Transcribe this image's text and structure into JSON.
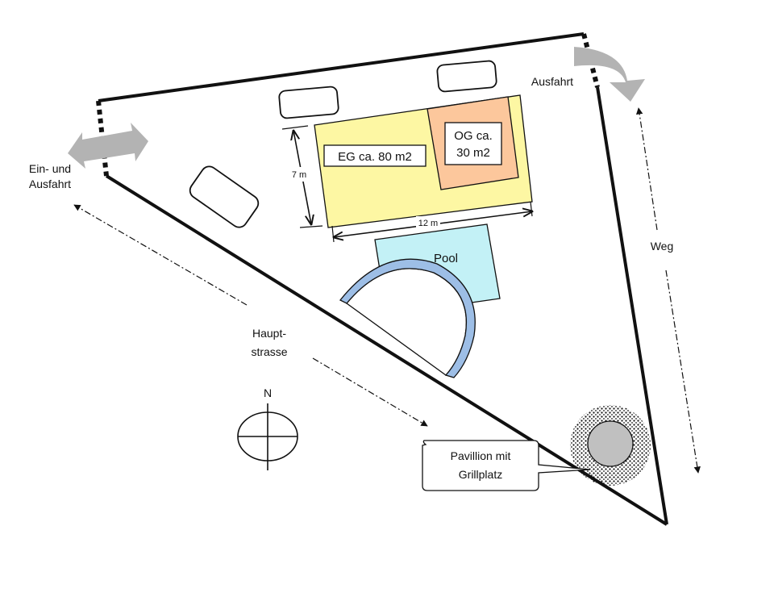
{
  "labels": {
    "entrance_line1": "Ein- und",
    "entrance_line2": "Ausfahrt",
    "exit": "Ausfahrt",
    "path": "Weg",
    "road_line1": "Haupt-",
    "road_line2": "strasse",
    "ground_floor": "EG ca. 80 m2",
    "upper_floor_line1": "OG ca.",
    "upper_floor_line2": "30 m2",
    "dim_width": "7 m",
    "dim_length": "12 m",
    "pool": "Pool",
    "pavilion_line1": "Pavillion mit",
    "pavilion_line2": "Grillplatz",
    "north": "N"
  },
  "colors": {
    "ground_floor": "#fdf7a3",
    "upper_floor": "#fcc79c",
    "pool": "#c3f1f6",
    "pool_cover": "#9dbee6",
    "arrow": "#b3b3b3",
    "pavilion": "#c0c0c0",
    "outline": "#111111"
  }
}
